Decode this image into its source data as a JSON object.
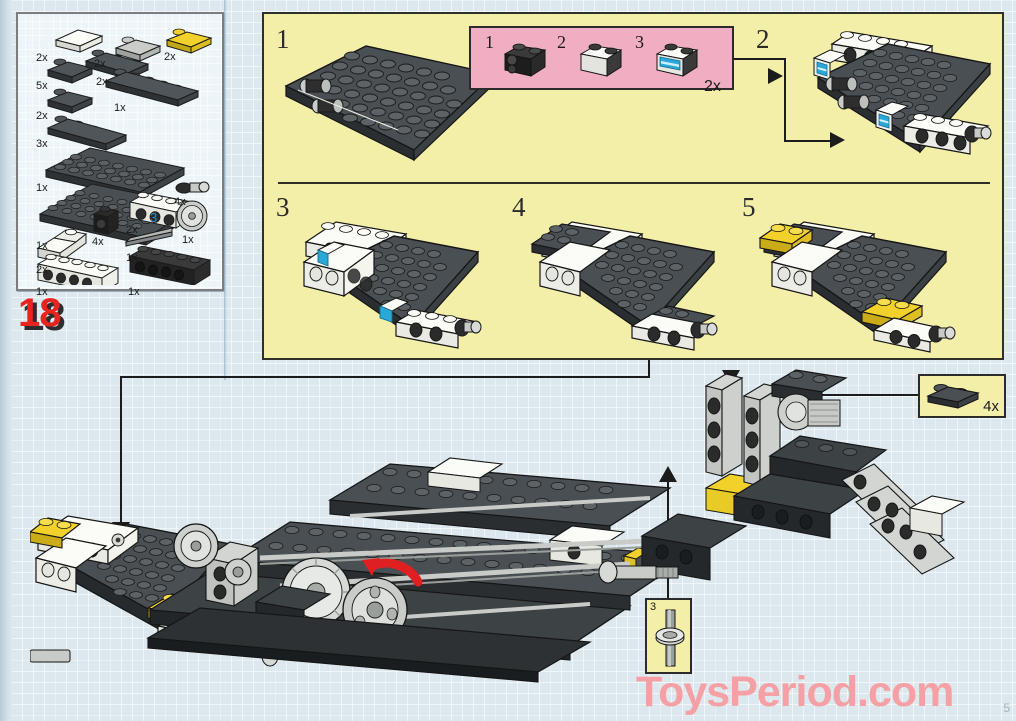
{
  "page": {
    "step_number": "18",
    "page_number": "5",
    "watermark": "ToysPeriod.com",
    "background_color": "#dde8ee",
    "panel_color": "#f4efa8",
    "subassembly_panel_color": "#f0aec2",
    "step_number_color": "#e8241f"
  },
  "parts_list": {
    "items": [
      {
        "count": "2x",
        "desc": "white-1x2-plate",
        "color": "#f2f2ee"
      },
      {
        "count": "2x",
        "desc": "light-gray-1x2-plate",
        "color": "#b9bcb8"
      },
      {
        "count": "2x",
        "desc": "yellow-1x2-plate",
        "color": "#f2d22a"
      },
      {
        "count": "5x",
        "desc": "dark-gray-1x2-plate",
        "color": "#4b4f52"
      },
      {
        "count": "2x",
        "desc": "dark-gray-1x4-plate",
        "color": "#4b4f52"
      },
      {
        "count": "2x",
        "desc": "dark-gray-1x4-plate-b",
        "color": "#4b4f52"
      },
      {
        "count": "1x",
        "desc": "dark-gray-1x8-plate",
        "color": "#4b4f52"
      },
      {
        "count": "3x",
        "desc": "dark-gray-1x6-plate",
        "color": "#4b4f52"
      },
      {
        "count": "1x",
        "desc": "dark-gray-4x8-plate",
        "color": "#4b4f52"
      },
      {
        "count": "1x",
        "desc": "dark-gray-6x12-plate",
        "color": "#4b4f52"
      },
      {
        "count": "2x",
        "desc": "white-slope-brick",
        "color": "#f2f2ee"
      },
      {
        "count": "4x",
        "desc": "black-1x1-brick-stud",
        "color": "#232323"
      },
      {
        "count": "2x",
        "desc": "white-1x4-technic-brick",
        "color": "#f2f2ee"
      },
      {
        "count": "4x",
        "desc": "light-gray-axle-joiner",
        "color": "#b9bcb8"
      },
      {
        "count": "1x",
        "desc": "light-gray-gear-wheel",
        "color": "#c2c5c1"
      },
      {
        "count": "1x",
        "desc": "technic-axle-3",
        "color": "#8f9490",
        "axle_label": "3"
      },
      {
        "count": "1x",
        "desc": "white-1x6-technic-brick",
        "color": "#f2f2ee"
      },
      {
        "count": "1x",
        "desc": "black-1x6-technic-brick",
        "color": "#232323"
      }
    ]
  },
  "subassembly_panel": {
    "steps": [
      {
        "num": "1",
        "desc": "black-1x2-brick-with-studs-on-side"
      },
      {
        "num": "2",
        "desc": "white-1x2-brick"
      },
      {
        "num": "3",
        "desc": "white-1x2-brick-with-blue-sticker"
      }
    ],
    "quantity": "2x"
  },
  "build_steps": [
    {
      "num": "1",
      "desc": "dark-gray-6x12-plate-with-axles"
    },
    {
      "num": "2",
      "desc": "add-white-technic-beams-and-sticker-bricks"
    },
    {
      "num": "3",
      "desc": "add-white-technic-beams-both-sides"
    },
    {
      "num": "4",
      "desc": "add-dark-gray-plates-on-top"
    },
    {
      "num": "5",
      "desc": "add-yellow-1x2-plates"
    }
  ],
  "callouts": [
    {
      "id": "right",
      "count": "4x",
      "desc": "dark-gray-1x2-plate"
    },
    {
      "id": "bottom",
      "num": "3",
      "desc": "technic-axle-3-with-bush"
    }
  ],
  "main_assembly": {
    "desc": "lego-technic-chassis-with-gearbox-and-differential",
    "rotation_arrow_color": "#e02020"
  }
}
